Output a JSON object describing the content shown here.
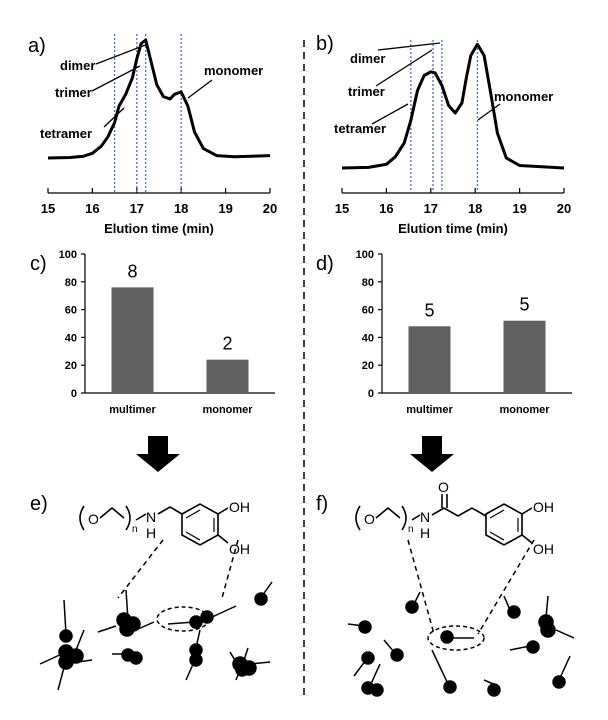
{
  "chart_data": [
    {
      "panel": "a)",
      "type": "line",
      "xlabel": "Elution time (min)",
      "xlim": [
        15,
        20
      ],
      "xticks": [
        "15",
        "16",
        "17",
        "18",
        "19",
        "20"
      ],
      "markers": [
        16.5,
        17.0,
        17.2,
        18.0
      ],
      "peak_labels": [
        "dimer",
        "trimer",
        "tetramer",
        "monomer"
      ],
      "x": [
        15.0,
        15.5,
        15.8,
        16.0,
        16.2,
        16.35,
        16.5,
        16.6,
        16.75,
        16.9,
        17.0,
        17.1,
        17.2,
        17.3,
        17.45,
        17.6,
        17.75,
        17.85,
        18.0,
        18.15,
        18.3,
        18.5,
        18.8,
        19.2,
        20.0
      ],
      "y": [
        0.0,
        0.004,
        0.015,
        0.04,
        0.1,
        0.18,
        0.3,
        0.44,
        0.54,
        0.68,
        0.84,
        0.97,
        1.0,
        0.85,
        0.62,
        0.52,
        0.5,
        0.54,
        0.56,
        0.44,
        0.22,
        0.08,
        0.02,
        0.01,
        0.02
      ]
    },
    {
      "panel": "b)",
      "type": "line",
      "xlabel": "Elution time (min)",
      "xlim": [
        15,
        20
      ],
      "xticks": [
        "15",
        "16",
        "17",
        "18",
        "19",
        "20"
      ],
      "markers": [
        16.55,
        17.05,
        17.25,
        18.05
      ],
      "peak_labels": [
        "dimer",
        "trimer",
        "tetramer",
        "monomer"
      ],
      "x": [
        15.0,
        15.6,
        16.0,
        16.2,
        16.4,
        16.55,
        16.7,
        16.85,
        17.0,
        17.1,
        17.25,
        17.4,
        17.55,
        17.7,
        17.8,
        17.9,
        18.05,
        18.2,
        18.35,
        18.5,
        18.7,
        19.0,
        19.5,
        20.0
      ],
      "y": [
        0.0,
        0.005,
        0.03,
        0.09,
        0.2,
        0.38,
        0.62,
        0.74,
        0.77,
        0.76,
        0.66,
        0.5,
        0.44,
        0.52,
        0.72,
        0.9,
        0.99,
        0.9,
        0.6,
        0.28,
        0.08,
        0.02,
        0.01,
        0.0
      ]
    },
    {
      "panel": "c)",
      "type": "bar",
      "categories": [
        "multimer",
        "monomer"
      ],
      "values": [
        76,
        24
      ],
      "data_labels": [
        "8",
        "2"
      ],
      "ylim": [
        0,
        100
      ],
      "yticks": [
        "0",
        "20",
        "40",
        "60",
        "80",
        "100"
      ]
    },
    {
      "panel": "d)",
      "type": "bar",
      "categories": [
        "multimer",
        "monomer"
      ],
      "values": [
        48,
        52
      ],
      "data_labels": [
        "5",
        "5"
      ],
      "ylim": [
        0,
        100
      ],
      "yticks": [
        "0",
        "20",
        "40",
        "60",
        "80",
        "100"
      ]
    }
  ],
  "panels": {
    "e": {
      "letter": "e)",
      "molecule": {
        "subscript_n": "n",
        "nh_n": "N",
        "nh_h": "H",
        "oh_top": "OH",
        "oh_bottom": "OH",
        "ether_o": "O"
      }
    },
    "f": {
      "letter": "f)",
      "molecule": {
        "subscript_n": "n",
        "nh_n": "N",
        "nh_h": "H",
        "oh_top": "OH",
        "oh_bottom": "OH",
        "ether_o": "O",
        "carbonyl_o": "O"
      }
    }
  },
  "colors": {
    "line": "#000000",
    "bar": "#606060",
    "marker": "#3a6fd8"
  }
}
